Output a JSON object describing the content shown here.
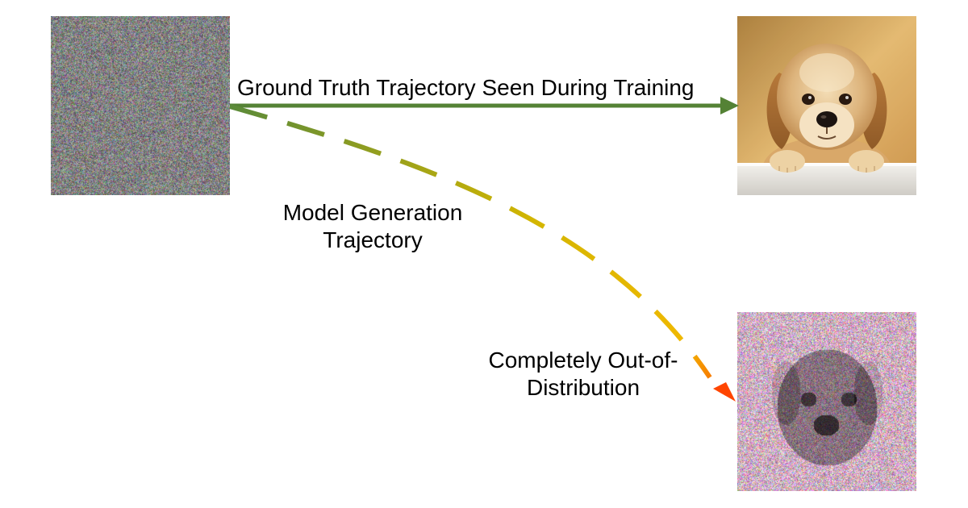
{
  "labels": {
    "ground_truth": "Ground Truth Trajectory Seen During Training",
    "model_generation": [
      "Model Generation",
      "Trajectory"
    ],
    "out_of_distribution": [
      "Completely Out-of-",
      "Distribution"
    ]
  },
  "colors": {
    "ground_truth_arrow": "#548235",
    "model_arrow_start": "#5a8a3a",
    "model_arrow_mid": "#d4b600",
    "model_arrow_end": "#ff4500"
  },
  "images": {
    "start": "pure-noise-image",
    "target": "golden-retriever-puppy-photo",
    "generated": "noisy-dog-image"
  }
}
